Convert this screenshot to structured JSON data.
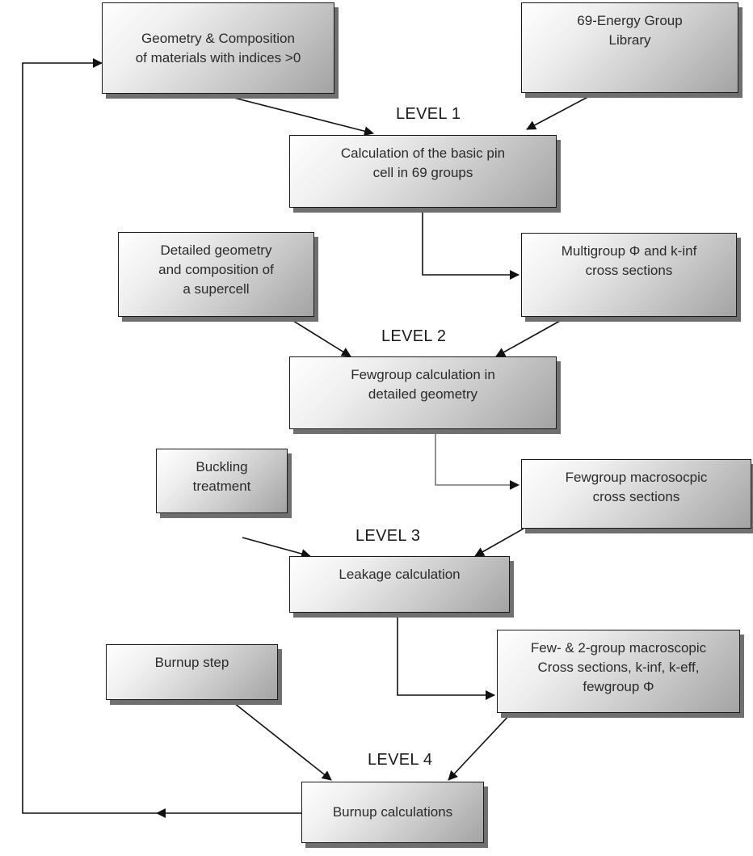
{
  "boxes": {
    "geometry_composition": "Geometry & Composition\nof materials with indices >0",
    "energy_library": "69-Energy Group\nLibrary",
    "basic_pin_cell": "Calculation of the basic pin\ncell in 69 groups",
    "detailed_geometry": "Detailed geometry\nand composition of\na supercell",
    "multigroup_xs": "Multigroup Φ and k-inf\ncross sections",
    "fewgroup_calc": "Fewgroup calculation in\ndetailed geometry",
    "buckling": "Buckling\ntreatment",
    "fewgroup_xs": "Fewgroup macrosocpic\ncross sections",
    "leakage": "Leakage calculation",
    "few2group_xs": "Few- & 2-group macroscopic\nCross sections, k-inf, k-eff,\nfewgroup Φ",
    "burnup_step": "Burnup step",
    "burnup_calc": "Burnup calculations"
  },
  "levels": {
    "level1": "LEVEL 1",
    "level2": "LEVEL 2",
    "level3": "LEVEL 3",
    "level4": "LEVEL 4"
  }
}
